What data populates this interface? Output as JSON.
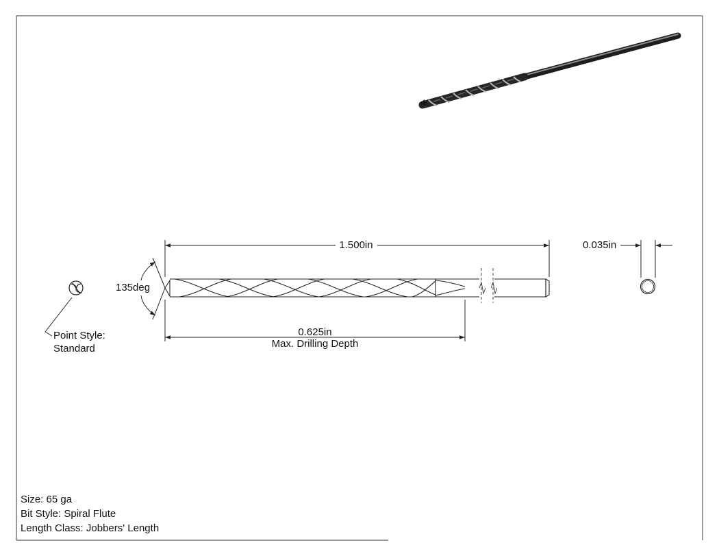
{
  "dimensions": {
    "overall_length": "1.500in",
    "diameter": "0.035in",
    "point_angle": "135deg",
    "drilling_depth": "0.625in",
    "drilling_depth_caption": "Max. Drilling Depth"
  },
  "point_style": {
    "label": "Point Style:",
    "value": "Standard"
  },
  "notes": {
    "size": "Size: 65 ga",
    "bit_style": "Bit Style: Spiral Flute",
    "length_class": "Length Class: Jobbers' Length"
  },
  "colors": {
    "line": "#222222",
    "drill_dark": "#2b2b2b",
    "drill_mid": "#555555",
    "drill_light": "#9a9a9a"
  }
}
